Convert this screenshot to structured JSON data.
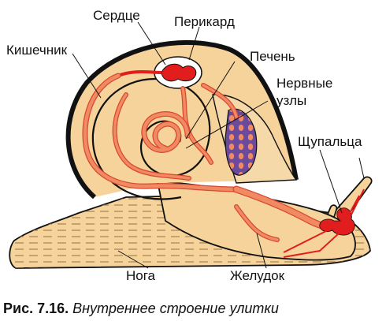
{
  "labels": {
    "heart": "Сердце",
    "pericardium": "Перикард",
    "intestine": "Кишечник",
    "liver": "Печень",
    "ganglia_line1": "Нервные",
    "ganglia_line2": "узлы",
    "tentacles": "Щупальца",
    "foot": "Нога",
    "stomach": "Желудок"
  },
  "caption": {
    "number": "Рис. 7.16.",
    "text": "Внутреннее строение улитки"
  },
  "colors": {
    "body": "#f6d39b",
    "organ": "#f08a62",
    "organ_dark": "#d9482f",
    "heart": "#e11d1d",
    "liver_purple": "#6b4a9c",
    "outline": "#111111",
    "foot_hatch": "#9a7a4a"
  }
}
